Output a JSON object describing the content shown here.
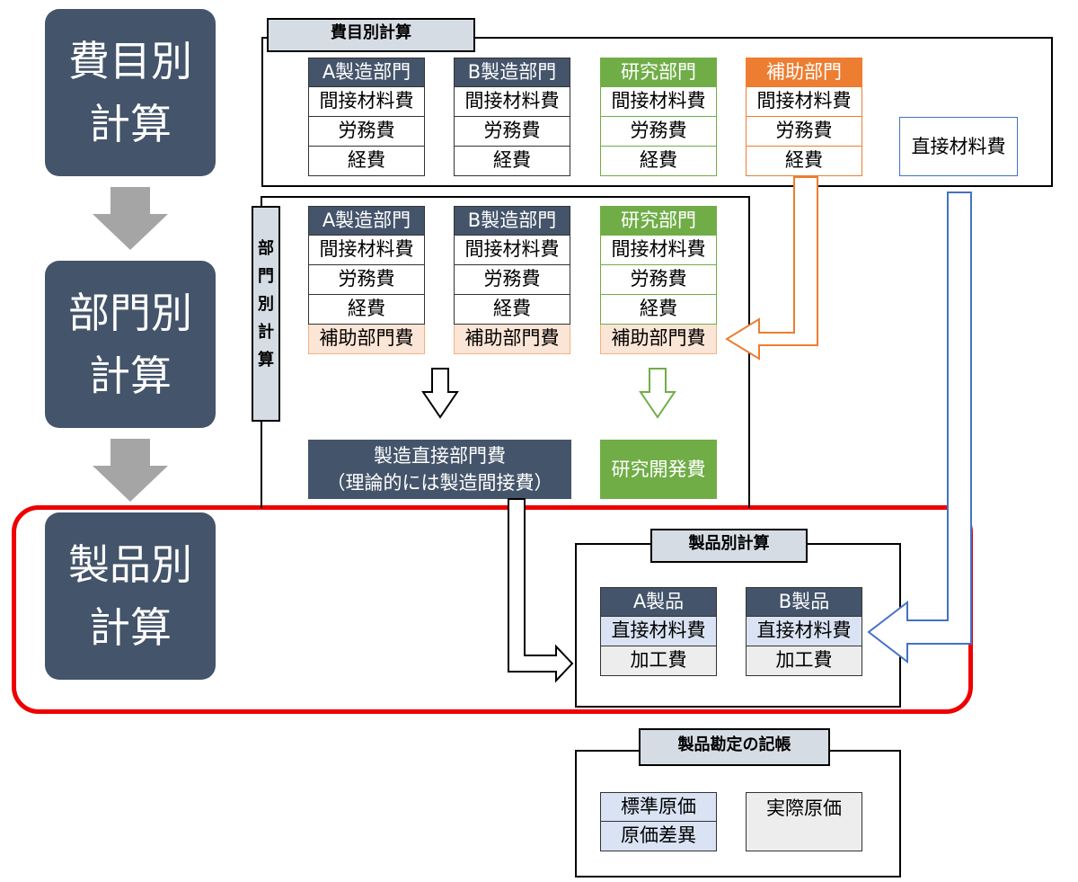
{
  "steps": {
    "step1": "費目別計算",
    "step2": "部門別計算",
    "step3": "製品別計算"
  },
  "cost_item_calc": {
    "tab": "費目別計算",
    "tables": [
      {
        "header": "A製造部門",
        "rows": [
          "間接材料費",
          "労務費",
          "経費"
        ]
      },
      {
        "header": "B製造部門",
        "rows": [
          "間接材料費",
          "労務費",
          "経費"
        ]
      },
      {
        "header": "研究部門",
        "rows": [
          "間接材料費",
          "労務費",
          "経費"
        ]
      },
      {
        "header": "補助部門",
        "rows": [
          "間接材料費",
          "労務費",
          "経費"
        ]
      }
    ],
    "direct_material": "直接材料費"
  },
  "dept_calc": {
    "tab": "部門別計算",
    "tables": [
      {
        "header": "A製造部門",
        "rows": [
          "間接材料費",
          "労務費",
          "経費",
          "補助部門費"
        ]
      },
      {
        "header": "B製造部門",
        "rows": [
          "間接材料費",
          "労務費",
          "経費",
          "補助部門費"
        ]
      },
      {
        "header": "研究部門",
        "rows": [
          "間接材料費",
          "労務費",
          "経費",
          "補助部門費"
        ]
      }
    ],
    "mfg_direct_line1": "製造直接部門費",
    "mfg_direct_line2": "（理論的には製造間接費）",
    "rnd_cost": "研究開発費"
  },
  "product_calc": {
    "tab": "製品別計算",
    "tables": [
      {
        "header": "A製品",
        "rows": [
          "直接材料費",
          "加工費"
        ]
      },
      {
        "header": "B製品",
        "rows": [
          "直接材料費",
          "加工費"
        ]
      }
    ]
  },
  "ledger": {
    "tab": "製品勘定の記帳",
    "standard_cost": "標準原価",
    "cost_variance": "原価差異",
    "actual_cost": "実際原価"
  },
  "colors": {
    "navy": "#44546a",
    "green": "#70ad47",
    "orange": "#ed7d31",
    "blue": "#4472c4",
    "red": "#ee0000",
    "peach": "#fbe5d6",
    "lightblue": "#dae3f3"
  }
}
